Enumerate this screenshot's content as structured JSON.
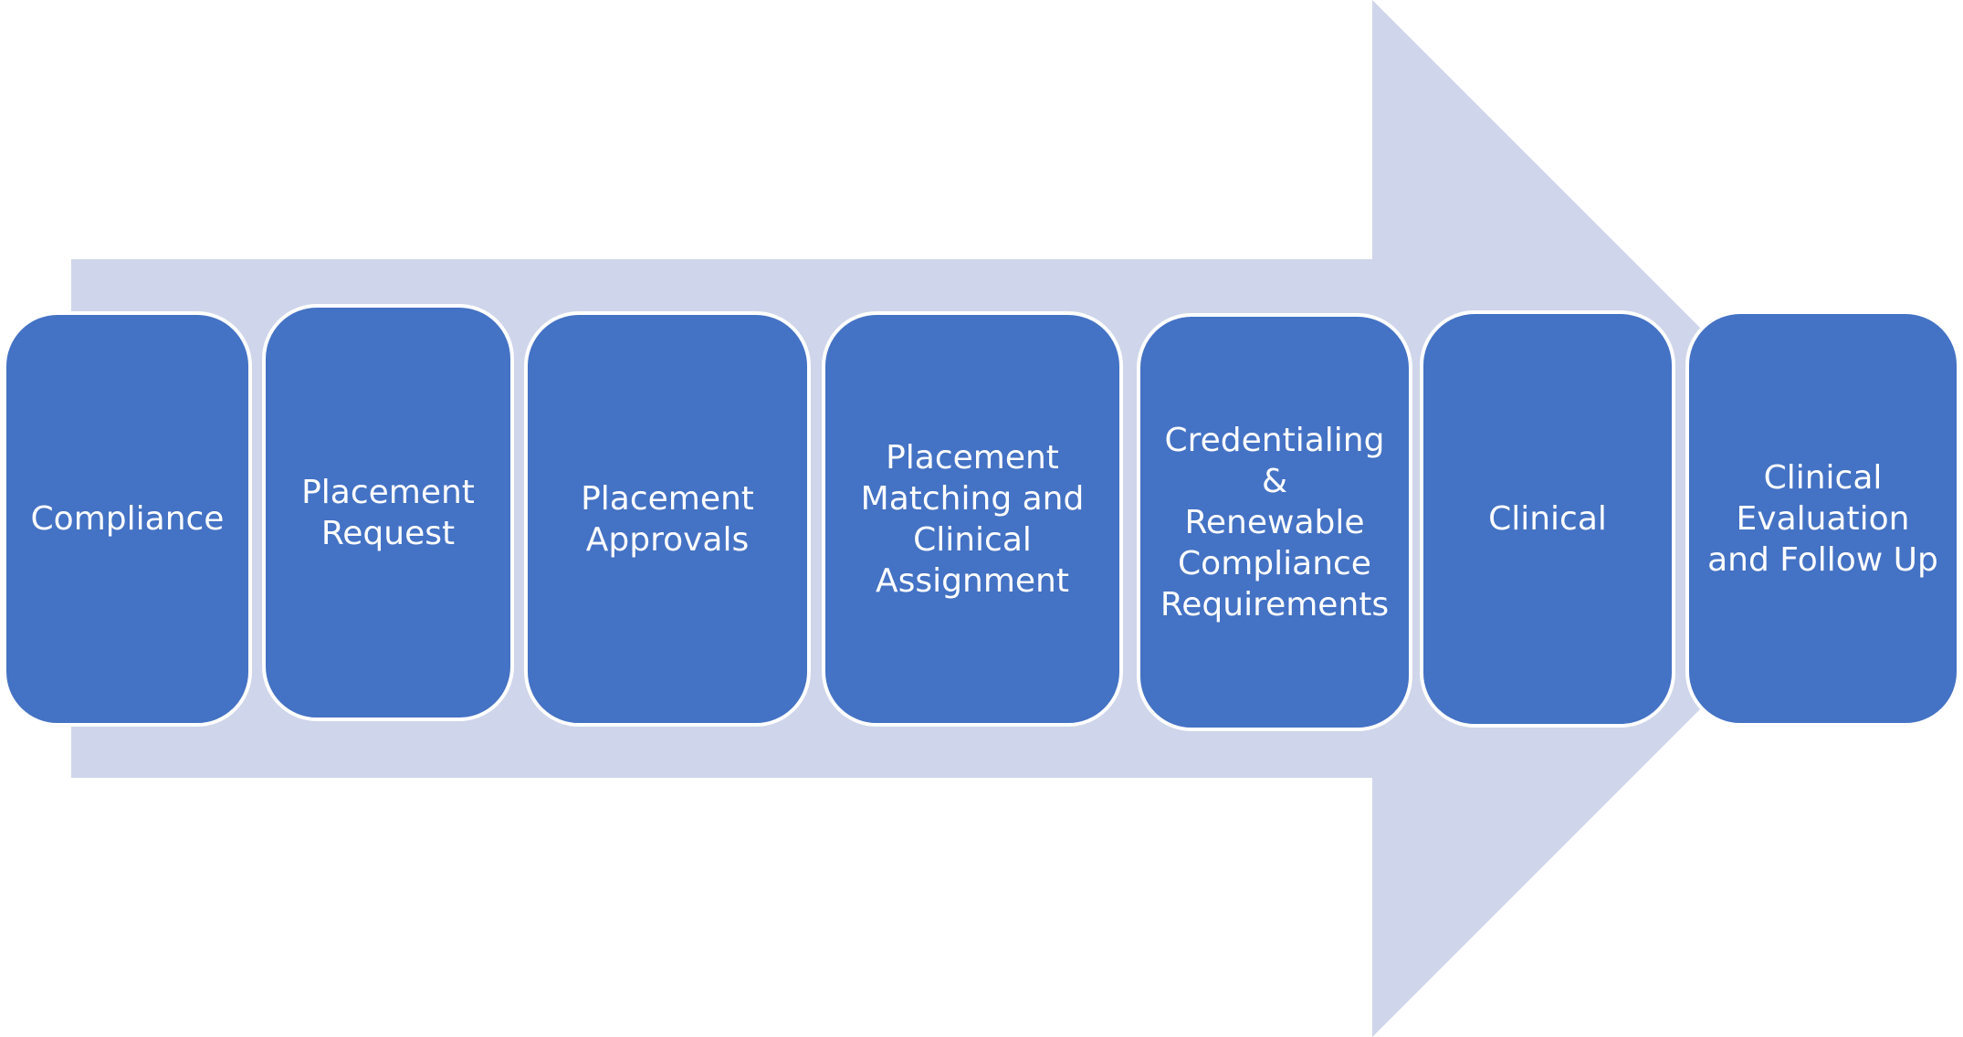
{
  "diagram": {
    "colors": {
      "arrow_fill": "#cfd5ea",
      "box_fill": "#4472c4",
      "box_border": "#ffffff",
      "text": "#ffffff"
    },
    "steps": [
      {
        "label": "Compliance"
      },
      {
        "label": "Placement\nRequest"
      },
      {
        "label": "Placement\nApprovals"
      },
      {
        "label": "Placement\nMatching and\nClinical\nAssignment"
      },
      {
        "label": "Credentialing\n&\nRenewable\nCompliance\nRequirements"
      },
      {
        "label": "Clinical"
      },
      {
        "label": "Clinical\nEvaluation\nand Follow Up"
      }
    ]
  }
}
